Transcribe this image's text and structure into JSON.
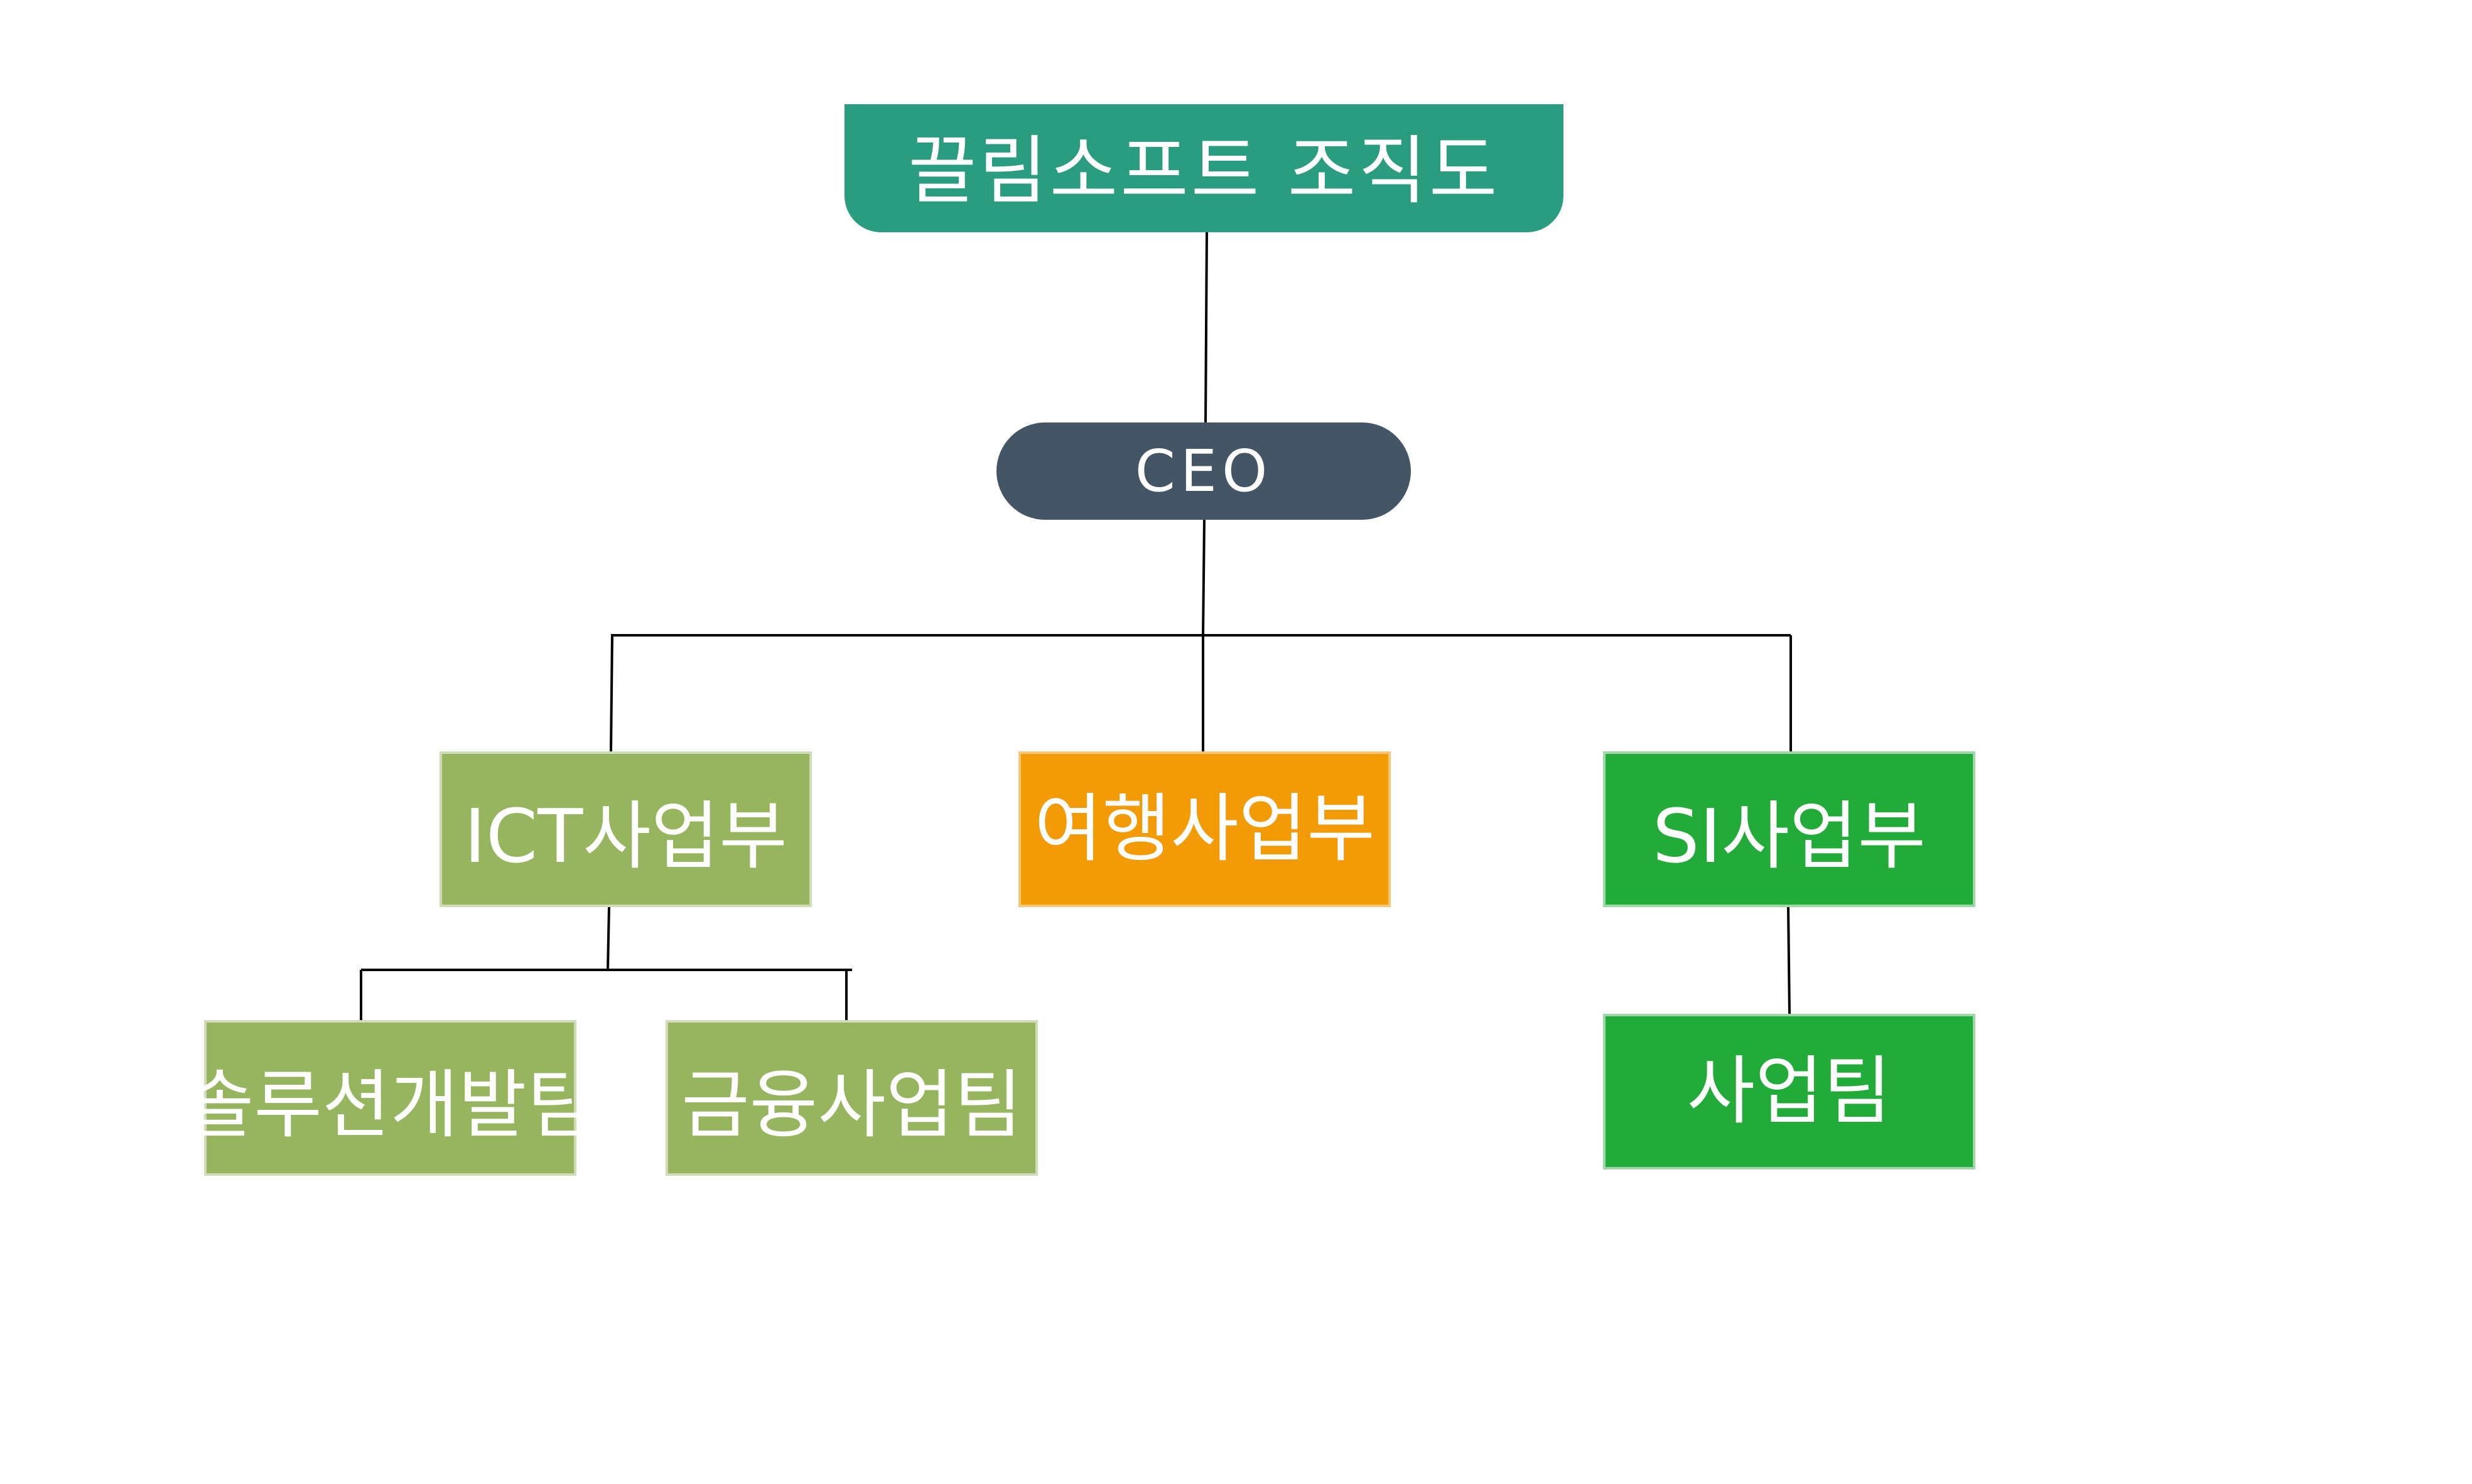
{
  "diagram": {
    "title": "끌림소프트 조직도",
    "root": {
      "label": "CEO"
    },
    "divisions": [
      {
        "label": "ICT사업부",
        "teams": [
          {
            "label": "솔루션개발팀"
          },
          {
            "label": "금융사업팀"
          }
        ]
      },
      {
        "label": "여행사업부",
        "teams": []
      },
      {
        "label": "SI사업부",
        "teams": [
          {
            "label": "사업팀"
          }
        ]
      }
    ],
    "colors": {
      "title": "#2a9d80",
      "ceo": "#445566",
      "ict": "#97b45e",
      "travel": "#f29b06",
      "si": "#23ab3a",
      "connector": "#000000"
    }
  }
}
